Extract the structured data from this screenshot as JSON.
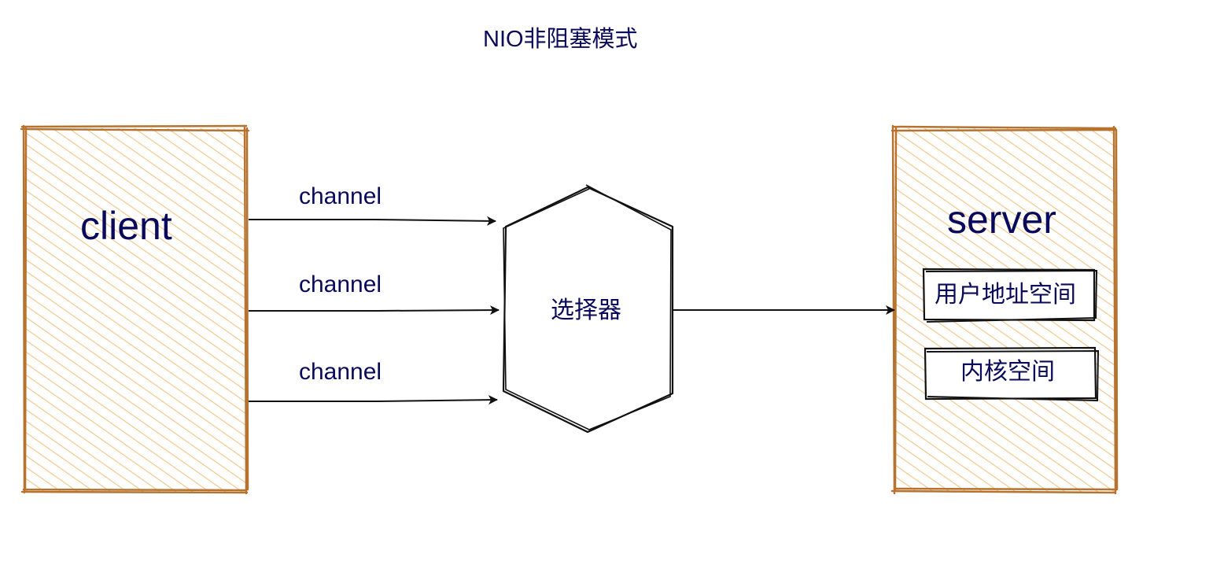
{
  "title": "NIO非阻塞模式",
  "client": {
    "label": "client"
  },
  "server": {
    "label": "server",
    "boxes": [
      "用户地址空间",
      "内核空间"
    ]
  },
  "channels": [
    "channel",
    "channel",
    "channel"
  ],
  "selector": {
    "label": "选择器"
  },
  "colors": {
    "text": "#0a0a5c",
    "box_stroke": "#b5732f",
    "hatch": "#f3c78f",
    "line": "#111111"
  }
}
